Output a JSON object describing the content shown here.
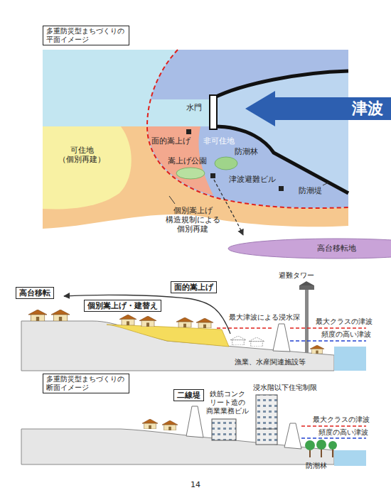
{
  "diagram": {
    "nodes": [
      {
        "text": [
          "多重防災型まちづくりの 平面イメージ"
        ]
      },
      {
        "text": [
          "津波"
        ]
      },
      {
        "text": [
          "高台移転地"
        ]
      },
      {
        "text": [
          "高台移転"
        ]
      },
      {
        "text": [
          "個別嵩上げ・建替え"
        ]
      },
      {
        "text": [
          "面的嵩上げ"
        ]
      },
      {
        "text": [
          "多重防災型まちづくりの 断面イメージ"
        ]
      },
      {
        "text": [
          "二線堤"
        ]
      }
    ],
    "labels": [
      "水門",
      "面的嵩上げ",
      "非可住地",
      "防潮林",
      "嵩上げ公園",
      "津波避難ビル",
      "防潮堤",
      "可住地 （個別再建）",
      "個別嵩上げ 構造規制による 個別再建",
      "避難タワー",
      "最大津波による浸水深",
      "最大クラスの津波",
      "頻度の高い津波",
      "漁業、水産関連施設等",
      "鉄筋コンク リート造の 商業業務ビル",
      "浸水階以下住宅制限",
      "最大クラスの津波",
      "頻度の高い津波",
      "防潮林",
      "14"
    ]
  }
}
